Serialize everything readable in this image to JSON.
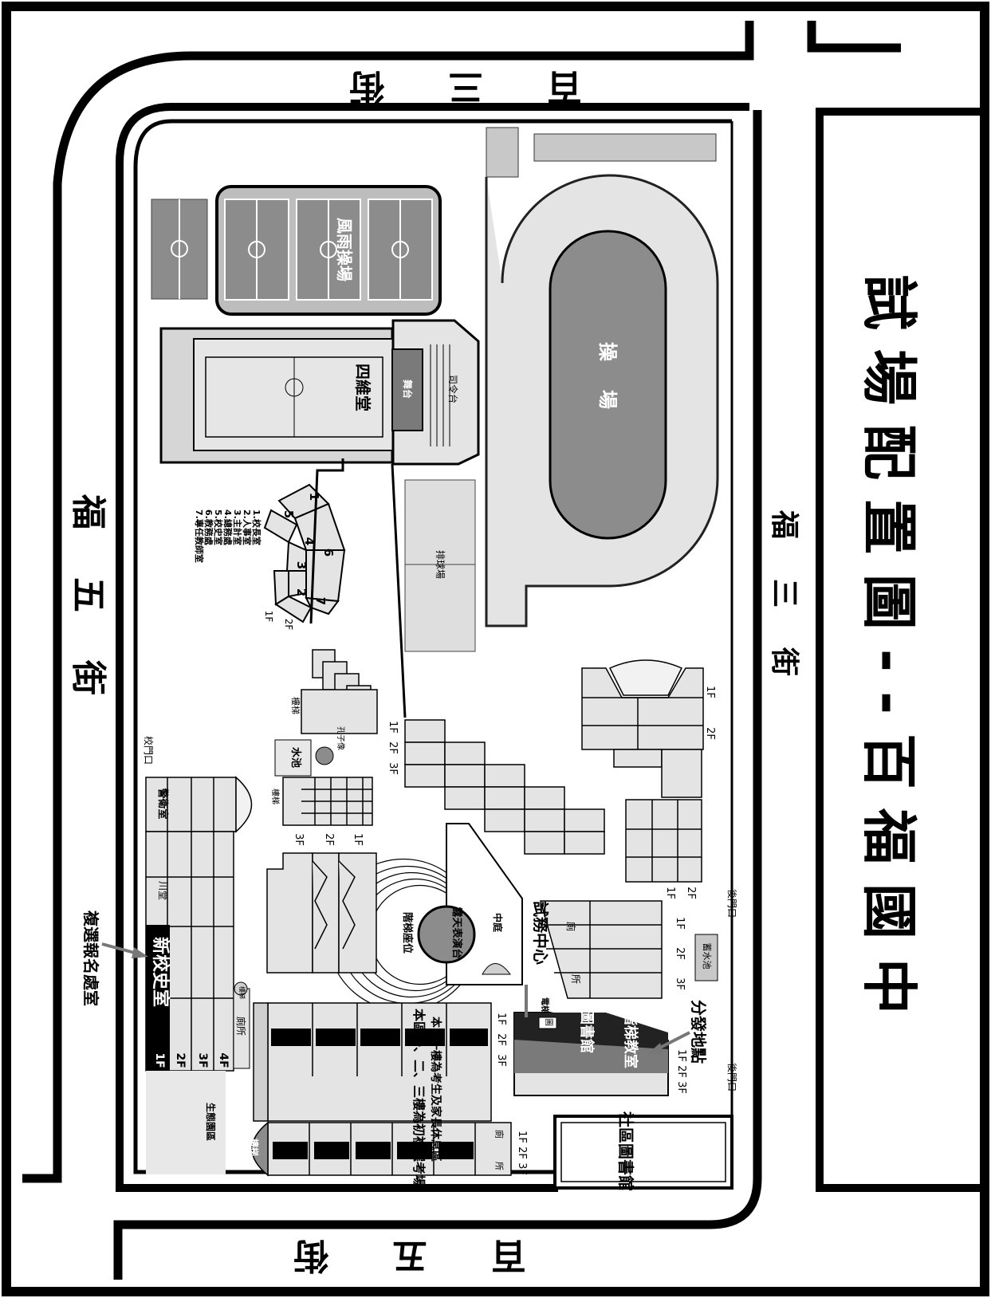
{
  "title": "試場配置圖--百福國中",
  "streets": {
    "top": "百三街",
    "left": "福五街",
    "right": "福三街",
    "bottom": "百五街"
  },
  "buildings": {
    "rain_field": "風雨操場",
    "siwei_hall": "四維堂",
    "stage": "舞台",
    "podium": "司令台",
    "track_field": "操場",
    "volleyball": "排球場",
    "stairs_a": "樓梯",
    "stairs_b": "樓梯",
    "stairs_c": "樓梯",
    "stairs_d": "樓梯",
    "water_pond": "水池",
    "confucius_statue": "孔子像",
    "guard_room": "警衛室",
    "chuan_hall": "川堂",
    "new_history_room": "新校史室",
    "amphitheater": "露天表演台",
    "audience": "階梯座位",
    "courtyard": "中庭",
    "exam_center": "試務中心",
    "toilet_label": "廁所",
    "toilet_a": "廁",
    "toilet_b": "所",
    "toilet_c": "廁",
    "toilet_d": "所",
    "elevator": "電梯",
    "library_top": "圖書館",
    "stair_classroom": "階梯教室",
    "library_badge": "圖",
    "water_tank": "蓄水池",
    "community_library": "社區圖書館",
    "eco_garden": "生態園區",
    "exam_area_1": "本區一樓為考生及家長休息區",
    "exam_area_2": "本區一、二、三樓為初複選考場"
  },
  "admin_list": [
    "1.校長室",
    "2.人事室",
    "3.主計室",
    "4.總務處",
    "5.校史室",
    "6.教務處",
    "7.專任教師室"
  ],
  "room_numbers": [
    "1",
    "2",
    "3",
    "4",
    "5",
    "6",
    "7"
  ],
  "floors": {
    "admin": [
      "1F",
      "2F"
    ],
    "stair_block": [
      "1F",
      "2F",
      "3F"
    ],
    "classroom_block": [
      "1F",
      "2F",
      "3F"
    ],
    "east_top": [
      "1F",
      "2F"
    ],
    "east_bottom": [
      "1F",
      "2F"
    ],
    "east_mid": [
      "1F",
      "2F",
      "3F"
    ],
    "library": [
      "1F",
      "2F",
      "3F"
    ],
    "south_block": [
      "1F",
      "2F",
      "3F"
    ],
    "exam_block": [
      "1F",
      "2F",
      "3F"
    ],
    "west_block": [
      "1F",
      "2F",
      "3F",
      "4F"
    ]
  },
  "gates": {
    "school_gate": "校門口",
    "back_gate_1": "後門口",
    "back_gate_2": "後門口"
  },
  "annotations": {
    "retest_registration": "複選報名處室",
    "dispatch_point": "分發地點"
  }
}
